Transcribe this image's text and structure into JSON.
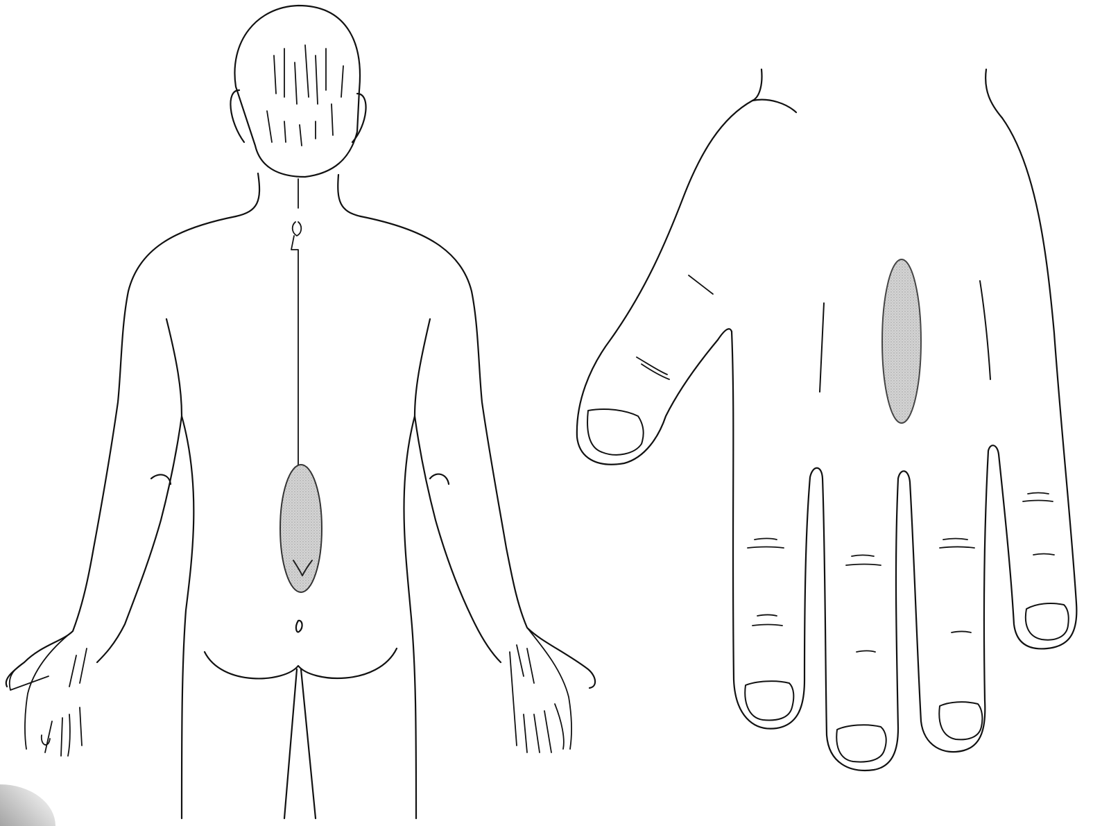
{
  "figure": {
    "panels": [
      {
        "id": "body-back",
        "subject": "human-back-view"
      },
      {
        "id": "hand-dorsum",
        "subject": "hand-dorsal-view"
      }
    ]
  },
  "style": {
    "line_color": "#111111",
    "highlight_fill": "#cfcfcf",
    "highlight_stroke": "#333333",
    "background": "#ffffff"
  },
  "highlights": [
    {
      "panel": "body-back",
      "region": "lumbar-sacral-spine"
    },
    {
      "panel": "hand-dorsum",
      "region": "metacarpal-dorsum"
    }
  ]
}
